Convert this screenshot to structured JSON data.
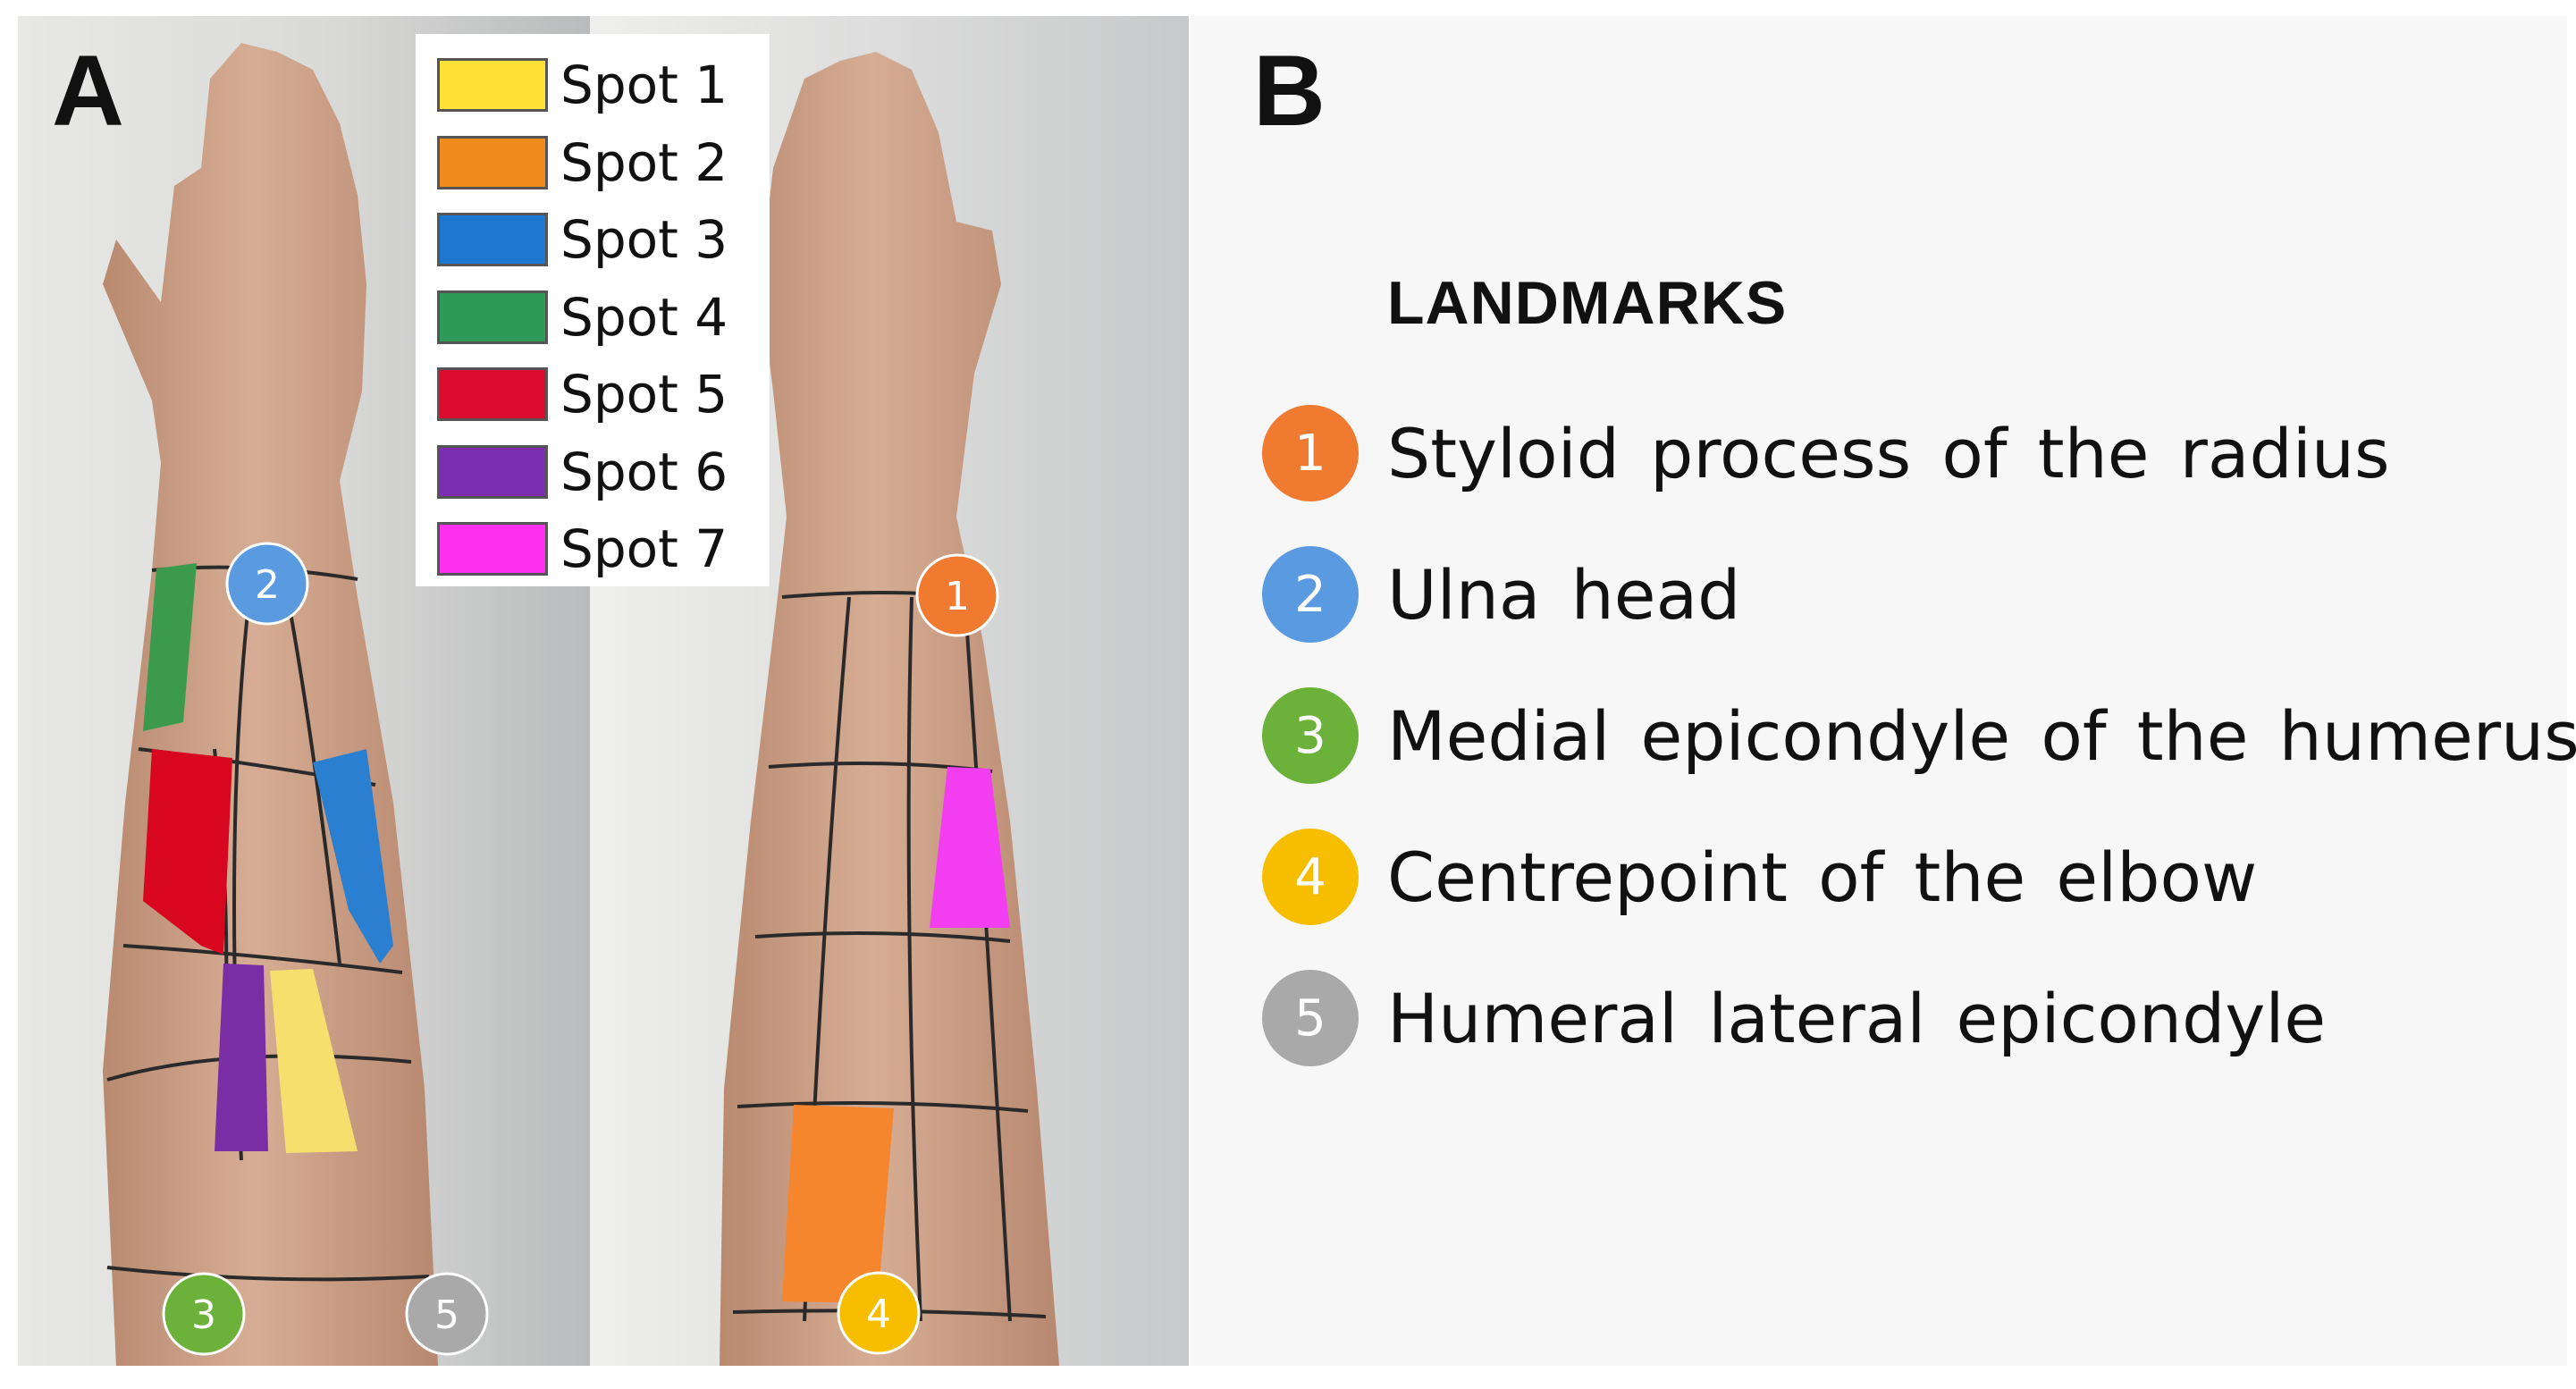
{
  "panel_a": {
    "letter": "A"
  },
  "panel_b": {
    "letter": "B",
    "title": "LANDMARKS"
  },
  "legend": [
    {
      "label": "Spot 1",
      "color": "#ffe135"
    },
    {
      "label": "Spot 2",
      "color": "#f08a1c"
    },
    {
      "label": "Spot 3",
      "color": "#1f78d0"
    },
    {
      "label": "Spot 4",
      "color": "#2e9a58"
    },
    {
      "label": "Spot 5",
      "color": "#dc0a2c"
    },
    {
      "label": "Spot 6",
      "color": "#7b2fb0"
    },
    {
      "label": "Spot 7",
      "color": "#ff2ff0"
    }
  ],
  "landmarks": [
    {
      "number": "1",
      "name": "Styloid process of the radius",
      "color": "#f07a30"
    },
    {
      "number": "2",
      "name": "Ulna head",
      "color": "#5a9ae0"
    },
    {
      "number": "3",
      "name": "Medial epicondyle of the humerus",
      "color": "#6cb23a"
    },
    {
      "number": "4",
      "name": "Centrepoint of the elbow",
      "color": "#f7be00"
    },
    {
      "number": "5",
      "name": "Humeral lateral epicondyle",
      "color": "#a9a9a9"
    }
  ],
  "photo_markers": [
    "1",
    "2",
    "3",
    "4",
    "5"
  ],
  "spot_regions": {
    "spot1": "#f7df6e",
    "spot3": "#2b7fd0",
    "spot4": "#3c9a4c",
    "spot5": "#d8061e",
    "spot6": "#7a2ea6",
    "spot7": "#f23ef0",
    "spot2_on_right": "#f5862e"
  }
}
